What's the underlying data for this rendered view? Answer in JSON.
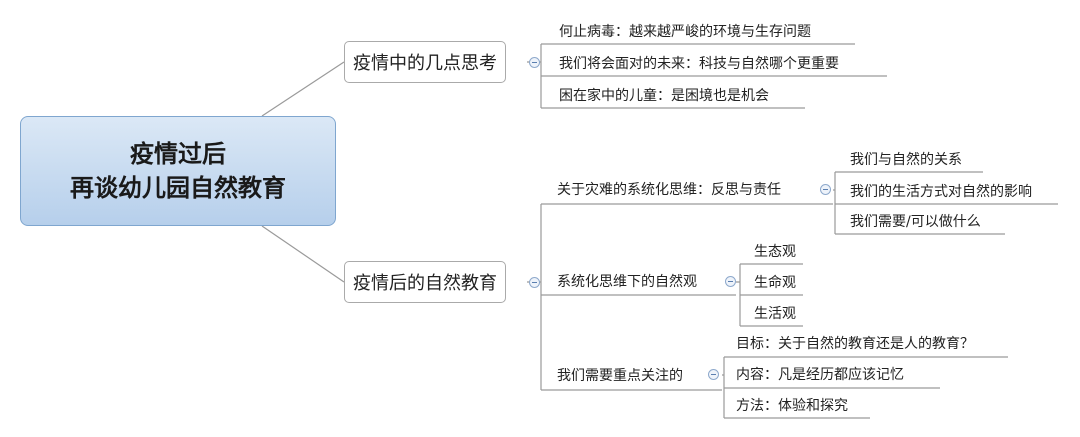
{
  "root": {
    "line1": "疫情过后",
    "line2": "再谈幼儿园自然教育"
  },
  "branches": [
    {
      "label": "疫情中的几点思考",
      "children": [
        {
          "label": "何止病毒：越来越严峻的环境与生存问题"
        },
        {
          "label": "我们将会面对的未来：科技与自然哪个更重要"
        },
        {
          "label": "困在家中的儿童：是困境也是机会"
        }
      ]
    },
    {
      "label": "疫情后的自然教育",
      "children": [
        {
          "label": "关于灾难的系统化思维：反思与责任",
          "children": [
            {
              "label": "我们与自然的关系"
            },
            {
              "label": "我们的生活方式对自然的影响"
            },
            {
              "label": "我们需要/可以做什么"
            }
          ]
        },
        {
          "label": "系统化思维下的自然观",
          "children": [
            {
              "label": "生态观"
            },
            {
              "label": "生命观"
            },
            {
              "label": "生活观"
            }
          ]
        },
        {
          "label": "我们需要重点关注的",
          "children": [
            {
              "label": "目标：关于自然的教育还是人的教育？"
            },
            {
              "label": "内容：凡是经历都应该记忆"
            },
            {
              "label": "方法：体验和探究"
            }
          ]
        }
      ]
    }
  ],
  "colors": {
    "root_fill": "#c6daf0",
    "root_border": "#7fa6cf",
    "line": "#999999",
    "node_border": "#aaaaaa"
  }
}
